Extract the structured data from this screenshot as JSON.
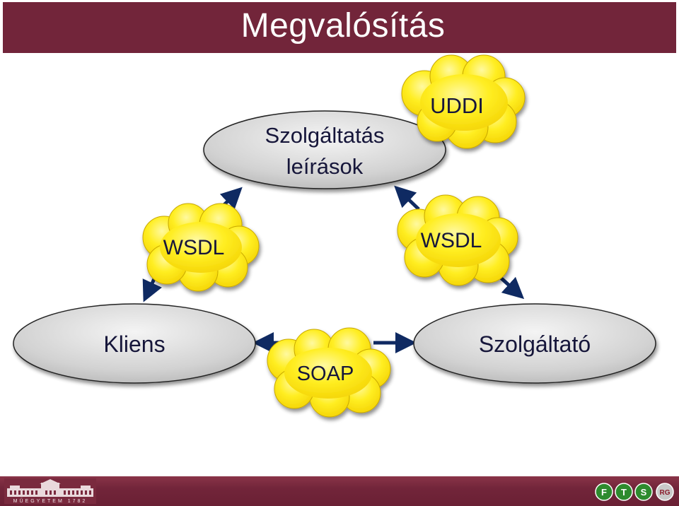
{
  "title": "Megvalósítás",
  "nodes": {
    "registry_line1": "Szolgáltatás",
    "registry_line2": "leírások",
    "client": "Kliens",
    "provider": "Szolgáltató"
  },
  "clouds": {
    "uddi": "UDDI",
    "wsdl_left": "WSDL",
    "wsdl_right": "WSDL",
    "soap": "SOAP"
  },
  "footer": {
    "university_text": "MŰEGYETEM 1782",
    "logo_letters": [
      "F",
      "T",
      "S",
      "RG"
    ]
  },
  "colors": {
    "title_bar": "#72253a",
    "cloud_fill": "#ffee22",
    "ellipse_fill": "#d6d6d6",
    "arrow": "#0f2a62"
  }
}
